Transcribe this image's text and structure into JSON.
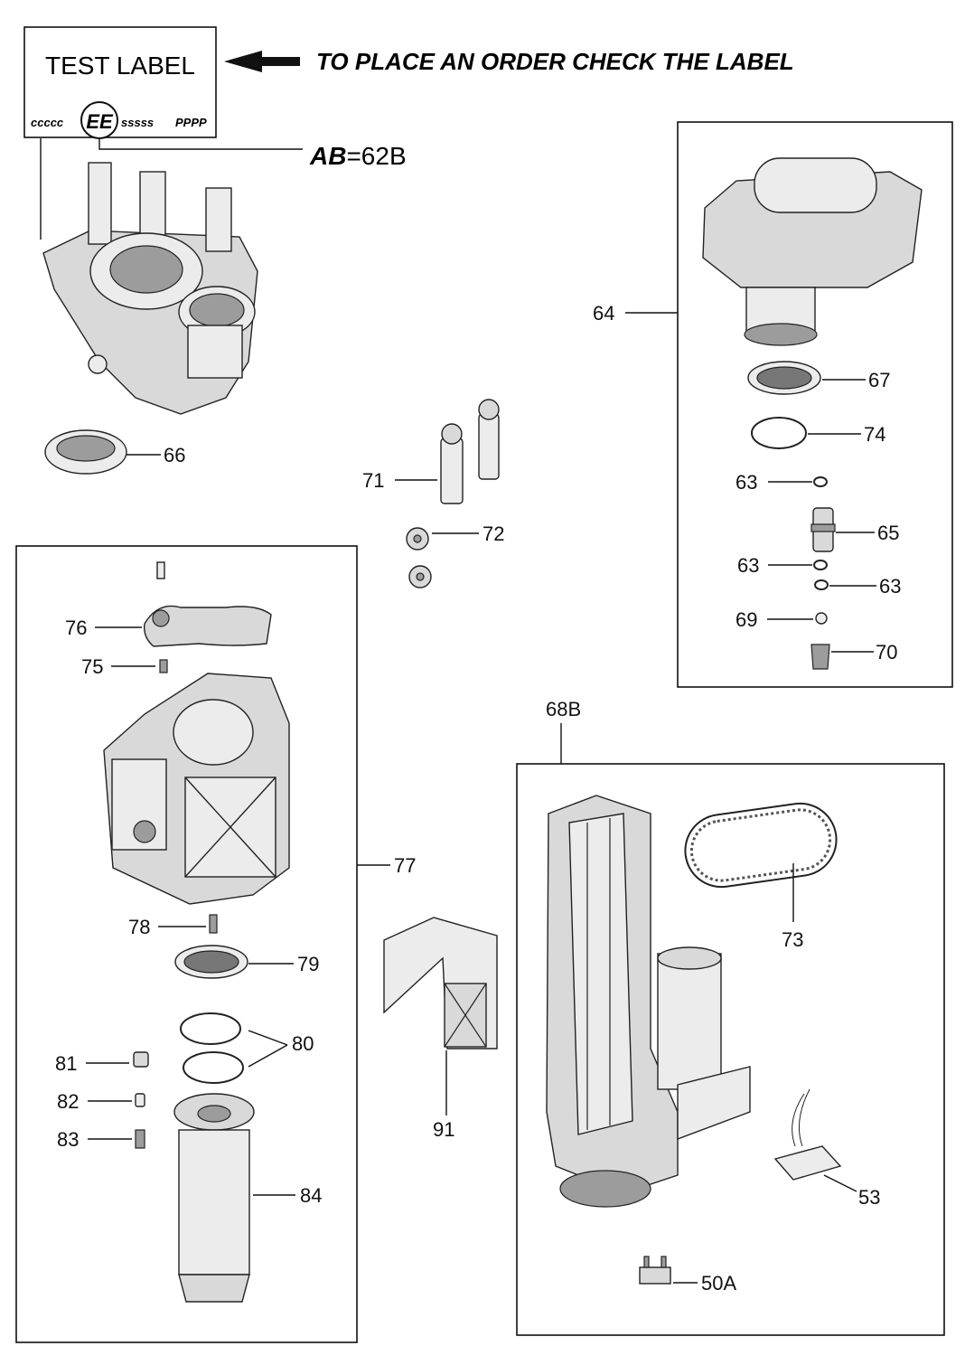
{
  "header": {
    "test_label": "TEST LABEL",
    "label_code_left": "ccccc",
    "label_code_circle": "EE",
    "label_code_mid": "sssss",
    "label_code_right": "PPPP",
    "order_instruction": "TO PLACE AN ORDER CHECK THE LABEL",
    "ab_prefix": "AB",
    "ab_value": "=62B"
  },
  "callouts": {
    "c50A": "50A",
    "c53": "53",
    "c63a": "63",
    "c63b": "63",
    "c63c": "63",
    "c64": "64",
    "c65": "65",
    "c66": "66",
    "c67": "67",
    "c68B": "68B",
    "c69": "69",
    "c70": "70",
    "c71": "71",
    "c72": "72",
    "c73": "73",
    "c74": "74",
    "c75": "75",
    "c76": "76",
    "c77": "77",
    "c78": "78",
    "c79": "79",
    "c80": "80",
    "c81": "81",
    "c82": "82",
    "c83": "83",
    "c84": "84",
    "c91": "91"
  },
  "colors": {
    "ink": "#111111",
    "part_fill": "#d9d9d9",
    "part_shade": "#9c9c9c"
  }
}
